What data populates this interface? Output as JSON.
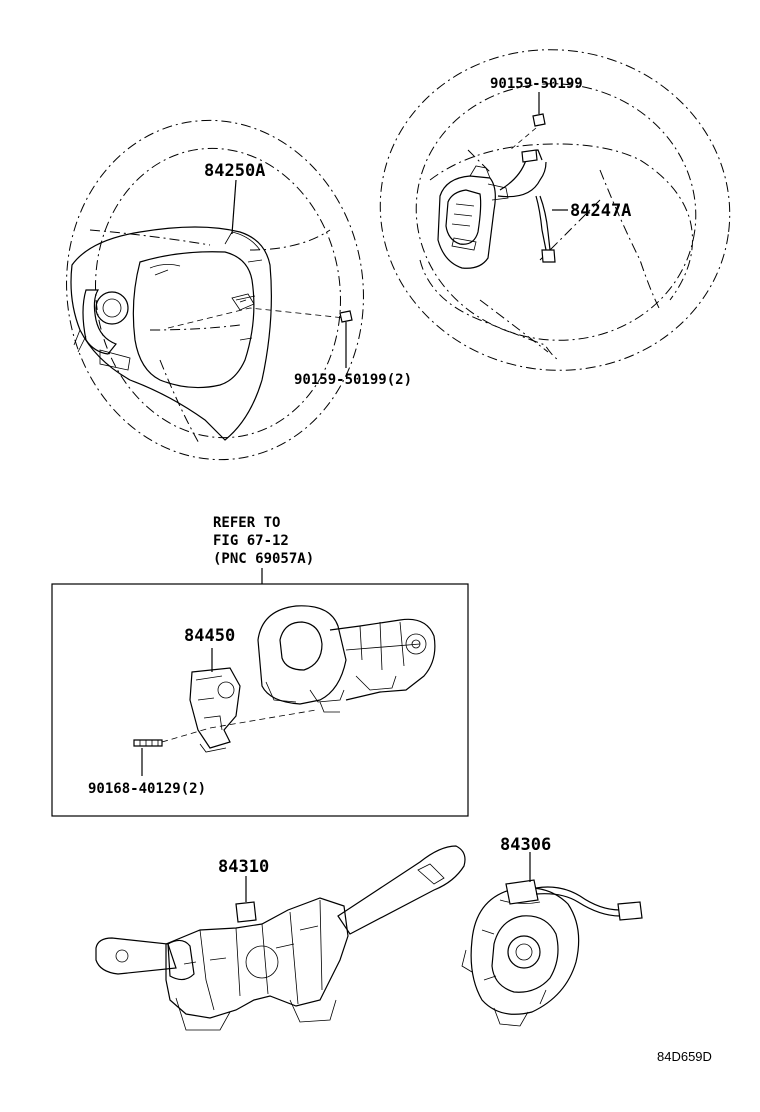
{
  "labels": {
    "p84250A": "84250A",
    "p90159_50199_2": "90159-50199(2)",
    "p90159_50199": "90159-50199",
    "p84247A": "84247A",
    "refer_line1": "REFER TO",
    "refer_line2": "FIG 67-12",
    "refer_line3": "(PNC 69057A)",
    "p84450": "84450",
    "p90168_40129_2": "90168-40129(2)",
    "p84310": "84310",
    "p84306": "84306"
  },
  "figure_code": "84D659D"
}
